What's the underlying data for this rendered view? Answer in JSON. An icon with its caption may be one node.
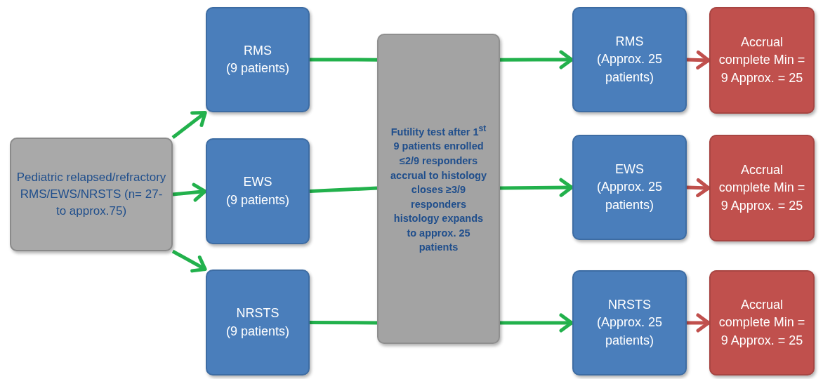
{
  "diagram": {
    "nodes": [
      {
        "text": [
          "Pediatric relapsed/refractory RMS/EWS/NRSTS (n= 27- to approx.75)"
        ]
      },
      {
        "text": [
          "RMS",
          "(9 patients)"
        ]
      },
      {
        "text": [
          "EWS",
          "(9 patients)"
        ]
      },
      {
        "text": [
          "NRSTS",
          "(9 patients)"
        ]
      },
      {
        "text": [
          "Futility test after 1$^{st}$ 9 patients enrolled ≤2/9 responders accrual to histology closes ≥3/9 responders histology expands to approx. 25 patients"
        ]
      },
      {
        "text": [
          "RMS",
          "(Approx. 25 patients)"
        ]
      },
      {
        "text": [
          "EWS",
          "(Approx. 25 patients)"
        ]
      },
      {
        "text": [
          "NRSTS",
          "(Approx. 25 patients)"
        ]
      },
      {
        "text": [
          "Accrual complete Min = 9 Approx. = 25"
        ]
      },
      {
        "text": [
          "Accrual complete Min = 9 Approx. = 25"
        ]
      },
      {
        "text": [
          "Accrual complete Min = 9 Approx. = 25"
        ]
      }
    ],
    "edges": [
      {
        "from": 0,
        "to": 1,
        "arrow": "to"
      },
      {
        "from": 0,
        "to": 2,
        "arrow": "to"
      },
      {
        "from": 0,
        "to": 3,
        "arrow": "to"
      },
      {
        "from": 1,
        "to": 4,
        "arrow": "none"
      },
      {
        "from": 2,
        "to": 4,
        "arrow": "none"
      },
      {
        "from": 3,
        "to": 4,
        "arrow": "none"
      },
      {
        "from": 4,
        "to": 5,
        "arrow": "to"
      },
      {
        "from": 4,
        "to": 6,
        "arrow": "to"
      },
      {
        "from": 4,
        "to": 7,
        "arrow": "to"
      },
      {
        "from": 5,
        "to": 8,
        "arrow": "to",
        "color": "#c0504d"
      },
      {
        "from": 6,
        "to": 9,
        "arrow": "to",
        "color": "#c0504d"
      },
      {
        "from": 7,
        "to": 10,
        "arrow": "to",
        "color": "#c0504d"
      }
    ]
  }
}
